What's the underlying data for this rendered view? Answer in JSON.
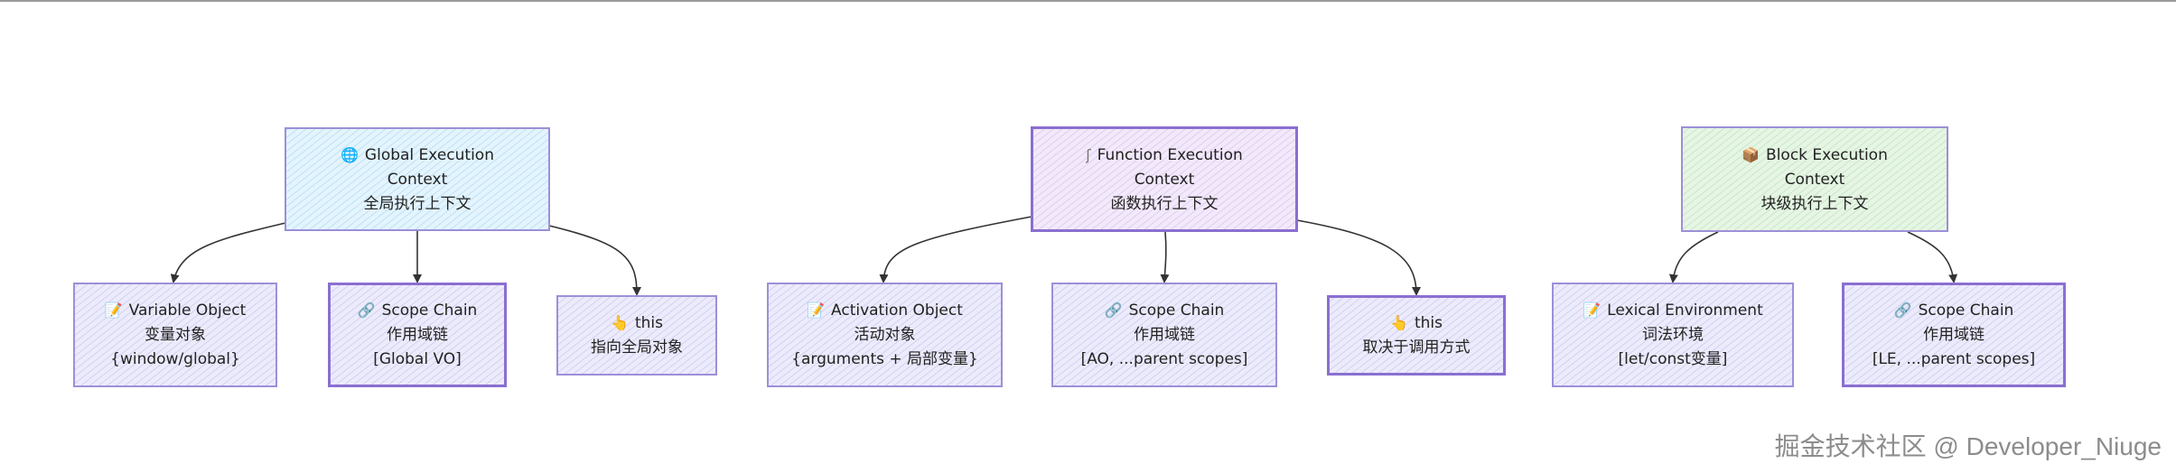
{
  "diagram": {
    "groups": [
      {
        "root": {
          "icon": "globe-icon",
          "glyph": "🌐",
          "title_line1": "Global Execution",
          "title_line2": "Context",
          "subtitle": "全局执行上下文"
        },
        "children": [
          {
            "icon": "memo-icon",
            "glyph": "📝",
            "title": "Variable Object",
            "subtitle": "变量对象",
            "detail": "{window/global}"
          },
          {
            "icon": "link-icon",
            "glyph": "🔗",
            "title": "Scope Chain",
            "subtitle": "作用域链",
            "detail": "[Global VO]"
          },
          {
            "icon": "pointing-hand-icon",
            "glyph": "👆",
            "title": "this",
            "subtitle": "指向全局对象"
          }
        ]
      },
      {
        "root": {
          "icon": "function-icon",
          "glyph": "ʃ",
          "title_line1": "Function Execution",
          "title_line2": "Context",
          "subtitle": "函数执行上下文"
        },
        "children": [
          {
            "icon": "memo-icon",
            "glyph": "📝",
            "title": "Activation Object",
            "subtitle": "活动对象",
            "detail": "{arguments + 局部变量}"
          },
          {
            "icon": "link-icon",
            "glyph": "🔗",
            "title": "Scope Chain",
            "subtitle": "作用域链",
            "detail": "[AO, ...parent scopes]"
          },
          {
            "icon": "pointing-hand-icon",
            "glyph": "👆",
            "title": "this",
            "subtitle": "取决于调用方式"
          }
        ]
      },
      {
        "root": {
          "icon": "package-icon",
          "glyph": "📦",
          "title_line1": "Block Execution",
          "title_line2": "Context",
          "subtitle": "块级执行上下文"
        },
        "children": [
          {
            "icon": "memo-icon",
            "glyph": "📝",
            "title": "Lexical Environment",
            "subtitle": "词法环境",
            "detail": "[let/const变量]"
          },
          {
            "icon": "link-icon",
            "glyph": "🔗",
            "title": "Scope Chain",
            "subtitle": "作用域链",
            "detail": "[LE, ...parent scopes]"
          }
        ]
      }
    ]
  },
  "watermark": "掘金技术社区 @ Developer_Niuge"
}
